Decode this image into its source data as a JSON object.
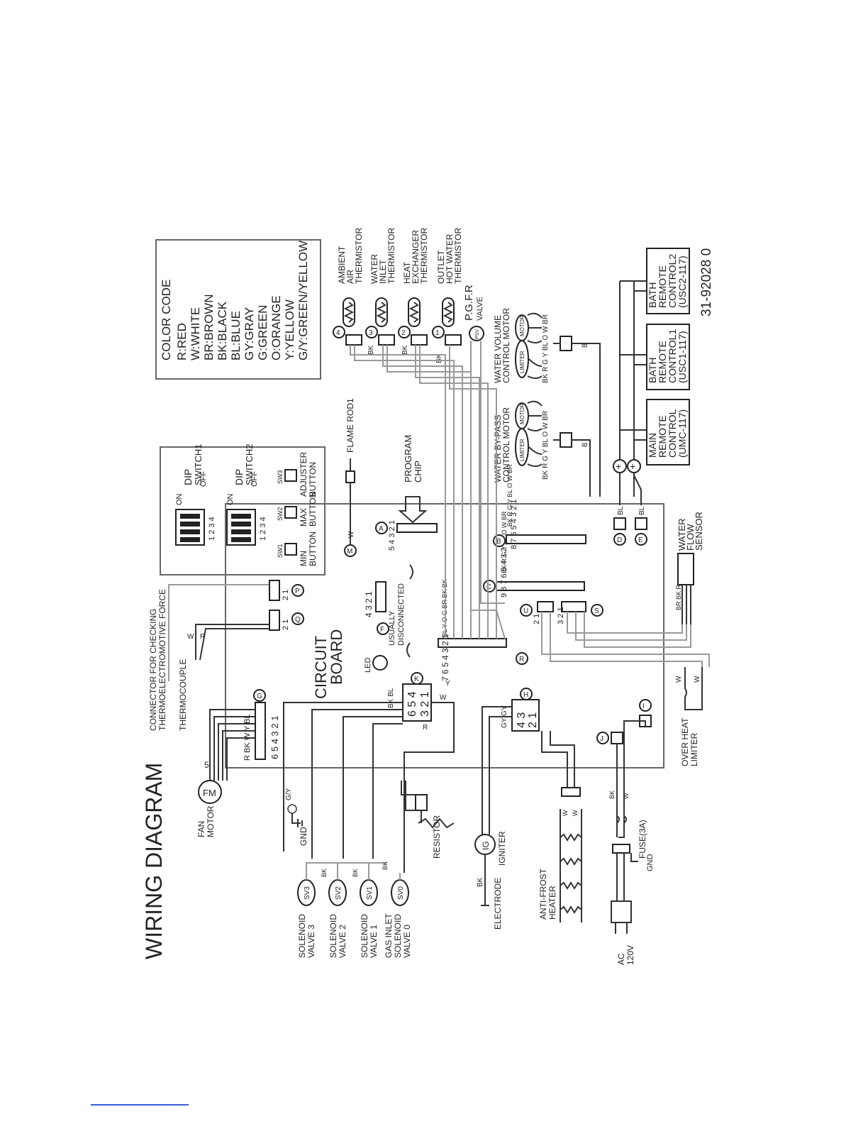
{
  "diagram": {
    "title": "WIRING DIAGRAM",
    "doc_number": "31-92028 0",
    "board_label": [
      "CIRCUIT",
      "BOARD"
    ],
    "color_code": {
      "heading": "COLOR CODE",
      "entries": [
        "R:RED",
        "W:WHITE",
        "BR:BROWN",
        "BK:BLACK",
        "BL:BLUE",
        "GY:GRAY",
        "G:GREEN",
        "O:ORANGE",
        "Y:YELLOW",
        "G/Y:GREEN/YELLOW"
      ]
    },
    "thermistors": [
      {
        "id": "4",
        "lines": [
          "AMBIENT",
          "AIR",
          "THERMISTOR"
        ]
      },
      {
        "id": "3",
        "lines": [
          "WATER",
          "INLET",
          "THERMISTOR"
        ]
      },
      {
        "id": "2",
        "lines": [
          "HEAT",
          "EXCHANGER",
          "THERMISTOR"
        ]
      },
      {
        "id": "1",
        "lines": [
          "OUTLET",
          "HOT WATER",
          "THERMISTOR"
        ]
      }
    ],
    "pgfr": {
      "lines": [
        "P.G.F.R",
        "VALVE"
      ],
      "symbol": "PSV"
    },
    "remotes": [
      {
        "lines": [
          "MAIN",
          "REMOTE",
          "CONTROL",
          "(UMC-117)"
        ]
      },
      {
        "lines": [
          "BATH",
          "REMOTE",
          "CONTROL1",
          "(USC1-117)"
        ]
      },
      {
        "lines": [
          "BATH",
          "REMOTE",
          "CONTROL2",
          "(USC2-117)"
        ]
      }
    ],
    "motors": [
      {
        "lines": [
          "WATER BY-PASS",
          "CONTROL MOTOR"
        ],
        "limiter": "LIMITER",
        "motor": "MOTOR",
        "wires": "BK R G Y BL O W BR"
      },
      {
        "lines": [
          "WATER VOLUME",
          "CONTROL MOTOR"
        ],
        "limiter": "LIMITER",
        "motor": "MOTOR",
        "wires": "BK R G Y BL O W BR"
      }
    ],
    "dip": {
      "on": "ON",
      "off": "OFF",
      "numbers": "1 2 3 4",
      "switch1": [
        "DIP",
        "SWITCH1"
      ],
      "switch2": [
        "DIP",
        "SWITCH2"
      ],
      "buttons": [
        {
          "code": "SW1",
          "lines": [
            "MIN",
            "BUTTON"
          ]
        },
        {
          "code": "SW2",
          "lines": [
            "MAX",
            "BUTTON"
          ]
        },
        {
          "code": "SW3",
          "lines": [
            "ADJUSTER",
            "BUTTON"
          ]
        }
      ]
    },
    "flame_rod": "FLAME ROD1",
    "program_chip": [
      "PROGRAM",
      "CHIP"
    ],
    "connector_check": [
      "CONNECTOR FOR CHECKING",
      "THERMOELECTROMOTIVE FORCE"
    ],
    "thermocouple": "THERMOCOUPLE",
    "usually_disconnected": [
      "USUALLY",
      "DISCONNECTED"
    ],
    "led": "LED",
    "water_flow_sensor": [
      "WATER",
      "FLOW",
      "SENSOR"
    ],
    "fan_motor": {
      "lines": [
        "FAN",
        "MOTOR"
      ],
      "symbol": "FM",
      "pins": "5"
    },
    "gnd": "GND",
    "resistor": "RESISTOR",
    "solenoids": [
      {
        "symbol": "SV3",
        "lines": [
          "SOLENOID",
          "VALVE 3"
        ]
      },
      {
        "symbol": "SV2",
        "lines": [
          "SOLENOID",
          "VALVE 2"
        ]
      },
      {
        "symbol": "SV1",
        "lines": [
          "SOLENOID",
          "VALVE 1"
        ]
      },
      {
        "symbol": "SV0",
        "lines": [
          "GAS INLET",
          "SOLENOID",
          "VALVE 0"
        ]
      }
    ],
    "igniter": {
      "symbol": "IG",
      "label": "IGNITER"
    },
    "electrode": "ELECTRODE",
    "anti_frost": [
      "ANTI-FROST",
      "HEATER"
    ],
    "ac": [
      "AC",
      "120V"
    ],
    "fuse": "FUSE(3A)",
    "over_heat": [
      "OVER HEAT",
      "LIMITER"
    ],
    "connectors": {
      "A": "A",
      "B": "B",
      "C": "C",
      "D": "D",
      "E": "E",
      "F": "F",
      "G": "G",
      "H": "H",
      "I": "I",
      "J": "J",
      "K": "K",
      "M": "M",
      "P": "P",
      "Q": "Q",
      "R": "R",
      "S": "S",
      "U": "U"
    },
    "pin_rows": {
      "A": "5 4 3 2 1",
      "B": "8 7 6 5 4 3 2 1",
      "C": "9 8 7 6 5 4 3 2 1",
      "R": "7 6 5 4 3 2 1",
      "F": "4 3 2 1",
      "G": "6 5 4 3 2 1",
      "K_top": "6 5 4",
      "K_bottom": "3 2 1",
      "H_top": "4 3",
      "H_bottom": "2 1",
      "P": "2 1",
      "Q": "2 1",
      "S": "3 2 1",
      "U": "2 1",
      "remote_8": "8"
    },
    "wire_labels": {
      "B": "BK R G Y BL O W BR",
      "C": "BK R G Y BL O W BR",
      "R": "BL Y O G BR BK BK",
      "G": "R BK W Y BL",
      "K": "BK BL",
      "H": "GY GY",
      "sensor": "BR BK R",
      "misc_w": "W",
      "misc_bk": "BK",
      "misc_r": "R",
      "misc_bl": "BL",
      "misc_gy": "G/Y",
      "misc_y": "Y"
    }
  }
}
